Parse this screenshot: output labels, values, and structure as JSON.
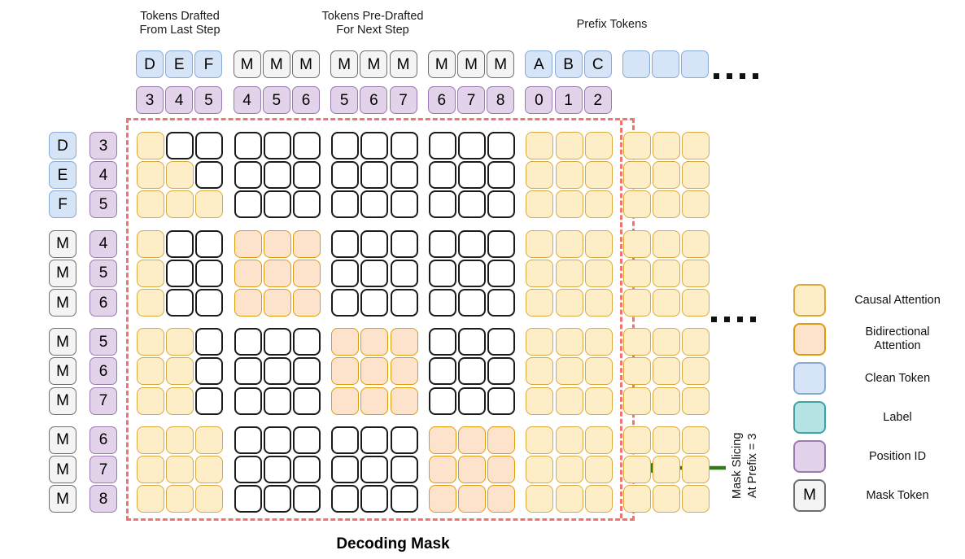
{
  "figure": {
    "title": "Decoding Mask",
    "slice_caption": "Mask Slicing\nAt Prefix = 3"
  },
  "column_groups": [
    {
      "caption": "Tokens Drafted\nFrom Last Step",
      "tokens": [
        "D",
        "E",
        "F"
      ],
      "token_kind": "clean",
      "position_ids": [
        "3",
        "4",
        "5"
      ]
    },
    {
      "caption": "Tokens Pre-Drafted\nFor Next Step",
      "tokens": [
        "M",
        "M",
        "M"
      ],
      "token_kind": "mask",
      "position_ids": [
        "4",
        "5",
        "6"
      ]
    },
    {
      "caption": "",
      "tokens": [
        "M",
        "M",
        "M"
      ],
      "token_kind": "mask",
      "position_ids": [
        "5",
        "6",
        "7"
      ]
    },
    {
      "caption": "",
      "tokens": [
        "M",
        "M",
        "M"
      ],
      "token_kind": "mask",
      "position_ids": [
        "6",
        "7",
        "8"
      ]
    },
    {
      "caption": "Prefix Tokens",
      "tokens": [
        "A",
        "B",
        "C",
        "",
        "",
        ""
      ],
      "token_kind": "clean",
      "position_ids": [
        "0",
        "1",
        "2"
      ]
    }
  ],
  "row_groups": [
    {
      "tokens": [
        "D",
        "E",
        "F"
      ],
      "token_kind": "clean",
      "position_ids": [
        "3",
        "4",
        "5"
      ]
    },
    {
      "tokens": [
        "M",
        "M",
        "M"
      ],
      "token_kind": "mask",
      "position_ids": [
        "4",
        "5",
        "6"
      ]
    },
    {
      "tokens": [
        "M",
        "M",
        "M"
      ],
      "token_kind": "mask",
      "position_ids": [
        "5",
        "6",
        "7"
      ]
    },
    {
      "tokens": [
        "M",
        "M",
        "M"
      ],
      "token_kind": "mask",
      "position_ids": [
        "6",
        "7",
        "8"
      ]
    }
  ],
  "matrix": {
    "n_rows": 12,
    "n_cols": 18,
    "legend_key": {
      "0": "empty",
      "1": "causal",
      "2": "bidirectional"
    },
    "cells": [
      [
        1,
        0,
        0,
        0,
        0,
        0,
        0,
        0,
        0,
        0,
        0,
        0,
        1,
        1,
        1,
        1,
        1,
        1
      ],
      [
        1,
        1,
        0,
        0,
        0,
        0,
        0,
        0,
        0,
        0,
        0,
        0,
        1,
        1,
        1,
        1,
        1,
        1
      ],
      [
        1,
        1,
        1,
        0,
        0,
        0,
        0,
        0,
        0,
        0,
        0,
        0,
        1,
        1,
        1,
        1,
        1,
        1
      ],
      [
        1,
        0,
        0,
        2,
        2,
        2,
        0,
        0,
        0,
        0,
        0,
        0,
        1,
        1,
        1,
        1,
        1,
        1
      ],
      [
        1,
        0,
        0,
        2,
        2,
        2,
        0,
        0,
        0,
        0,
        0,
        0,
        1,
        1,
        1,
        1,
        1,
        1
      ],
      [
        1,
        0,
        0,
        2,
        2,
        2,
        0,
        0,
        0,
        0,
        0,
        0,
        1,
        1,
        1,
        1,
        1,
        1
      ],
      [
        1,
        1,
        0,
        0,
        0,
        0,
        2,
        2,
        2,
        0,
        0,
        0,
        1,
        1,
        1,
        1,
        1,
        1
      ],
      [
        1,
        1,
        0,
        0,
        0,
        0,
        2,
        2,
        2,
        0,
        0,
        0,
        1,
        1,
        1,
        1,
        1,
        1
      ],
      [
        1,
        1,
        0,
        0,
        0,
        0,
        2,
        2,
        2,
        0,
        0,
        0,
        1,
        1,
        1,
        1,
        1,
        1
      ],
      [
        1,
        1,
        1,
        0,
        0,
        0,
        0,
        0,
        0,
        2,
        2,
        2,
        1,
        1,
        1,
        1,
        1,
        1
      ],
      [
        1,
        1,
        1,
        0,
        0,
        0,
        0,
        0,
        0,
        2,
        2,
        2,
        1,
        1,
        1,
        1,
        1,
        1
      ],
      [
        1,
        1,
        1,
        0,
        0,
        0,
        0,
        0,
        0,
        2,
        2,
        2,
        1,
        1,
        1,
        1,
        1,
        1
      ]
    ]
  },
  "slicing": {
    "prefix": 3,
    "note": "dashed red boundary encloses mask; vertical dashed line after 3rd prefix column"
  },
  "legend": {
    "items": [
      {
        "name": "causal-attention",
        "swatch": "causal",
        "glyph": "",
        "text": "Causal Attention"
      },
      {
        "name": "bidirectional-attention",
        "swatch": "bidir",
        "glyph": "",
        "text": "Bidirectional\nAttention"
      },
      {
        "name": "clean-token",
        "swatch": "clean",
        "glyph": "",
        "text": "Clean Token"
      },
      {
        "name": "label",
        "swatch": "label",
        "glyph": "",
        "text": "Label"
      },
      {
        "name": "position-id",
        "swatch": "pos",
        "glyph": "",
        "text": "Position ID"
      },
      {
        "name": "mask-token",
        "swatch": "mask",
        "glyph": "M",
        "text": "Mask Token"
      }
    ]
  },
  "colors": {
    "causal_fill": "#FDEEC8",
    "causal_border": "#D9A93C",
    "bidir_fill": "#FDE3CB",
    "bidir_border": "#E09B0B",
    "clean_fill": "#D5E4F7",
    "clean_border": "#8AAAD4",
    "mask_fill": "#F4F4F4",
    "mask_border": "#6E6E6E",
    "pos_fill": "#E2D3EA",
    "pos_border": "#9A7AB0",
    "label_fill": "#B6E3E3",
    "label_border": "#3FA3A3",
    "slice_dash": "#F4736E",
    "arrow": "#2F7D12"
  }
}
